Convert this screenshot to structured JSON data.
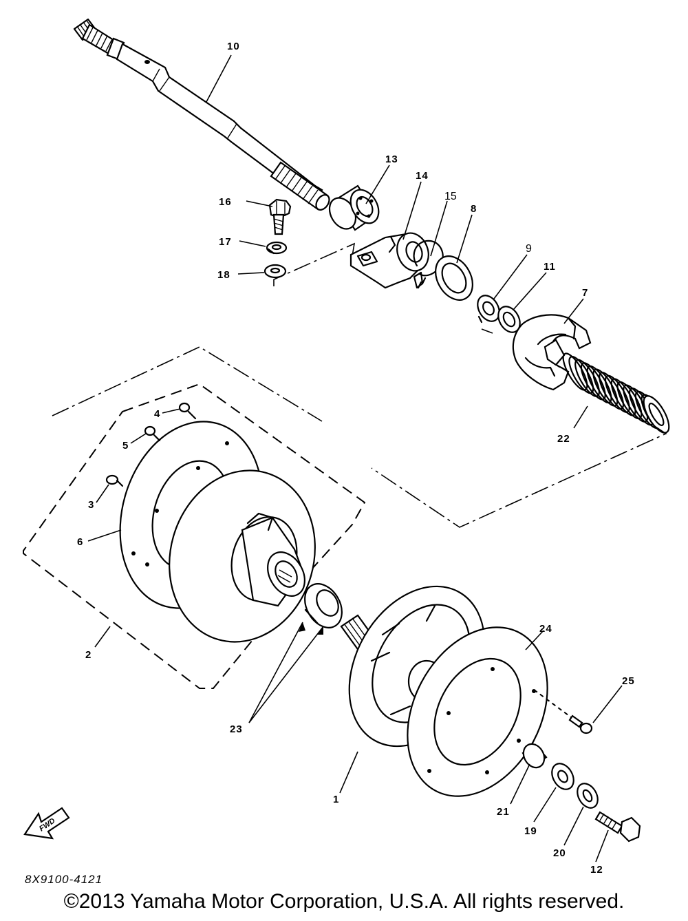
{
  "diagram": {
    "part_labels": {
      "p1": "1",
      "p2": "2",
      "p3": "3",
      "p4": "4",
      "p5": "5",
      "p6": "6",
      "p7": "7",
      "p8": "8",
      "p9": "9",
      "p10": "10",
      "p11": "11",
      "p12": "12",
      "p13": "13",
      "p14": "14",
      "p15": "15",
      "p16": "16",
      "p17": "17",
      "p18": "18",
      "p19": "19",
      "p20": "20",
      "p21": "21",
      "p22": "22",
      "p23": "23",
      "p24": "24",
      "p25": "25"
    },
    "front_arrow_label": "FWD",
    "drawing_code": "8X9100-4121",
    "copyright": "©2013 Yamaha Motor Corporation, U.S.A. All rights reserved."
  }
}
